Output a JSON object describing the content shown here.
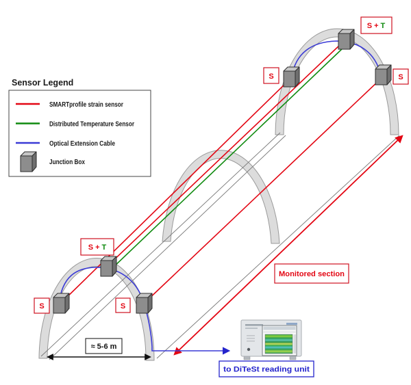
{
  "colors": {
    "strain_red": "#e30613",
    "temperature_green": "#0f8a0f",
    "optical_blue": "#3a3ad6",
    "arch_fill": "#dcdcdc",
    "arch_stroke": "#999999",
    "label_blue": "#2424cc",
    "dimension_black": "#111111"
  },
  "legend": {
    "title": "Sensor Legend",
    "items": [
      {
        "label": "SMARTprofile strain sensor",
        "swatch": "red-line-swatch",
        "color": "#e30613"
      },
      {
        "label": "Distributed Temperature Sensor",
        "swatch": "green-line-swatch",
        "color": "#0f8a0f"
      },
      {
        "label": "Optical Extension Cable",
        "swatch": "blue-line-swatch",
        "color": "#3a3ad6"
      },
      {
        "label": "Junction Box",
        "swatch": "junction-box-cube",
        "color": "#8d8d8d"
      }
    ]
  },
  "labels": {
    "s": "S",
    "s_plus": "S +",
    "t": "T",
    "monitored_section": "Monitored section",
    "span_dimension": "≈ 5-6 m",
    "reading_unit_caption": "to DiTeSt reading unit"
  }
}
